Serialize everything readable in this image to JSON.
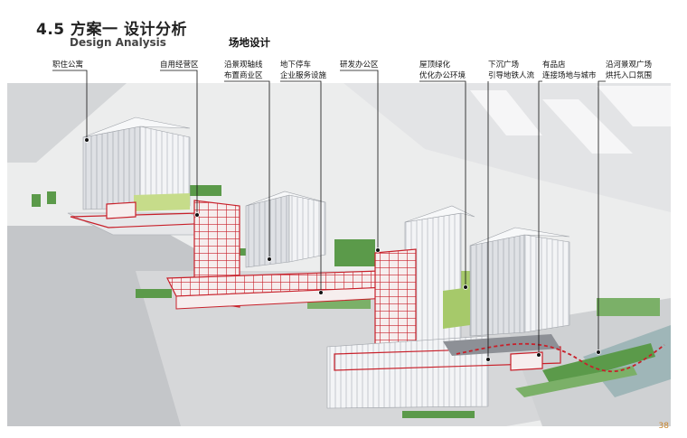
{
  "header": {
    "section_title": "4.5 方案一 设计分析",
    "subtitle_en": "Design Analysis",
    "topic": "场地设计"
  },
  "annotations": [
    {
      "id": "staff-apartment",
      "lines": [
        "职住公寓"
      ]
    },
    {
      "id": "self-operated-area",
      "lines": [
        "自用经营区"
      ]
    },
    {
      "id": "landscape-axis",
      "lines": [
        "沿景观轴线",
        "布置商业区"
      ]
    },
    {
      "id": "underground-parking",
      "lines": [
        "地下停车",
        "企业服务设施"
      ]
    },
    {
      "id": "rd-office-area",
      "lines": [
        "研发办公区"
      ]
    },
    {
      "id": "roof-greening",
      "lines": [
        "屋顶绿化",
        "优化办公环境"
      ]
    },
    {
      "id": "sunken-plaza",
      "lines": [
        "下沉广场",
        "引导地铁人流"
      ]
    },
    {
      "id": "premium-store",
      "lines": [
        "有品店",
        "连接场地与城市"
      ]
    },
    {
      "id": "riverside-plaza",
      "lines": [
        "沿河景观广场",
        "烘托入口氛围"
      ]
    }
  ],
  "page_number": "38",
  "colors": {
    "accent_red": "#c8202a",
    "building_white": "#f4f5f7",
    "building_shadow": "#c9ccd2",
    "ground_gray": "#bfc2c6",
    "road_gray": "#d9dadc",
    "green": "#5b9a4a",
    "water": "#9fb6b8",
    "page_number": "#c9852b"
  }
}
